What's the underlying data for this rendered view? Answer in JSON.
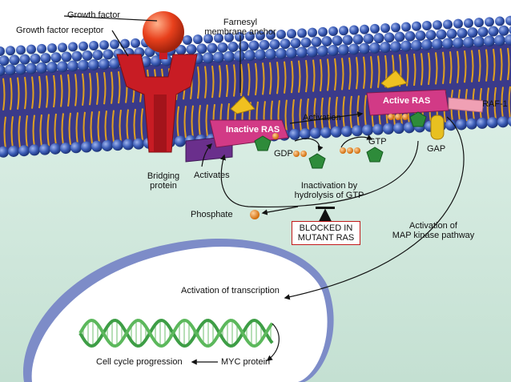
{
  "labels": {
    "growth_factor": "Growth factor",
    "growth_factor_receptor": "Growth factor receptor",
    "farnesyl_line1": "Farnesyl",
    "farnesyl_line2": "membrane anchor",
    "inactive_ras": "Inactive RAS",
    "active_ras": "Active RAS",
    "raf1": "RAF-1",
    "activation": "Activation",
    "gdp": "GDP",
    "gtp": "GTP",
    "gap": "GAP",
    "bridging_line1": "Bridging",
    "bridging_line2": "protein",
    "activates": "Activates",
    "inactivation_line1": "Inactivation by",
    "inactivation_line2": "hydrolysis of GTP",
    "phosphate": "Phosphate",
    "blocked_line1": "BLOCKED IN",
    "blocked_line2": "MUTANT RAS",
    "map_line1": "Activation of",
    "map_line2": "MAP kinase pathway",
    "transcription": "Activation of transcription",
    "cell_cycle": "Cell cycle progression",
    "myc": "MYC protein"
  },
  "colors": {
    "background": "#cfe6da",
    "lipid_head": "#2f4fa8",
    "lipid_tail": "#e0a020",
    "receptor": "#c81c24",
    "growth_factor": "#e8401c",
    "ras": "#d23a86",
    "bridging": "#6a2f8c",
    "phosphate": "#e07a10",
    "guanine": "#2e8b3a",
    "dna": "#5cb85c",
    "nucleus_edge": "#7d8cc8",
    "nucleus_fill": "#ffffff",
    "gap": "#e8c020",
    "raf": "#f0a0b4"
  }
}
